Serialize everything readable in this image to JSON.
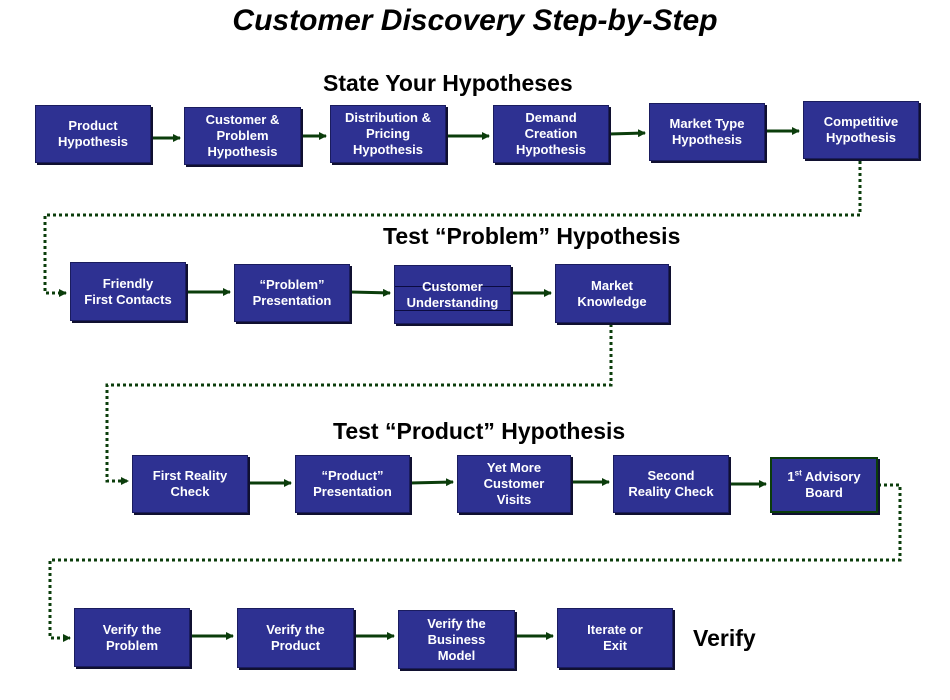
{
  "title": "Customer Discovery Step-by-Step",
  "sections": {
    "state": "State Your Hypotheses",
    "problem": "Test “Problem” Hypothesis",
    "product": "Test “Product” Hypothesis",
    "verify": "Verify"
  },
  "row1": [
    "Product\nHypothesis",
    "Customer &\nProblem\nHypothesis",
    "Distribution &\nPricing\nHypothesis",
    "Demand\nCreation\nHypothesis",
    "Market Type\nHypothesis",
    "Competitive\nHypothesis"
  ],
  "row2": [
    "Friendly\nFirst Contacts",
    "“Problem”\nPresentation",
    "Customer\nUnderstanding",
    "Market\nKnowledge"
  ],
  "row3": [
    "First Reality\nCheck",
    "“Product”\nPresentation",
    "Yet More\nCustomer\nVisits",
    "Second\nReality Check",
    "Advisory\nBoard"
  ],
  "row3_ordinal": {
    "num": "1",
    "sup": "st"
  },
  "row4": [
    "Verify the\nProblem",
    "Verify the\nProduct",
    "Verify the\nBusiness\nModel",
    "Iterate or\nExit"
  ],
  "colors": {
    "box": "#2e3192",
    "box_text": "#ffffff",
    "arrow": "#0b3d0b",
    "connector": "#0b3d0b"
  }
}
